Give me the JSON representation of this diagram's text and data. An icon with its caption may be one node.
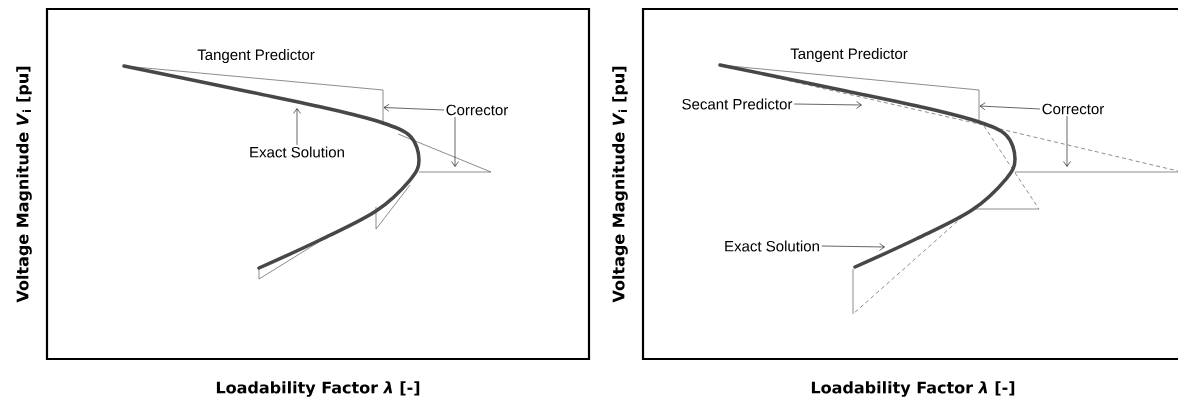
{
  "diagram": {
    "nodes": [
      {
        "text": [
          "Corrector"
        ]
      },
      {
        "text": [
          "Exact Solution"
        ]
      },
      {
        "text": [
          "Secant Predictor"
        ]
      },
      {
        "text": [
          "Corrector"
        ]
      },
      {
        "text": [
          "Exact Solution"
        ]
      },
      {
        "text": [],
        "shape": "line"
      },
      {
        "text": [],
        "shape": "line"
      }
    ],
    "edges": [
      {
        "from": 0,
        "to": 5,
        "arrow": "to"
      },
      {
        "from": 0,
        "to": null,
        "arrow": "to"
      },
      {
        "from": 1,
        "to": null,
        "arrow": "to"
      },
      {
        "from": 2,
        "to": null,
        "arrow": "to"
      },
      {
        "from": 3,
        "to": 6,
        "arrow": "to"
      },
      {
        "from": 3,
        "to": null,
        "arrow": "to"
      },
      {
        "from": 4,
        "to": null,
        "arrow": "to"
      }
    ],
    "labels": [
      "Tangent Predictor",
      "Voltage Magnitude *V*$_{i}$ [pu]",
      "Loadability Factor *λ* [-]",
      "Tangent Predictor",
      "Voltage Magnitude *V*$_{i}$ [pu]",
      "Loadability Factor *λ* [-]"
    ]
  }
}
